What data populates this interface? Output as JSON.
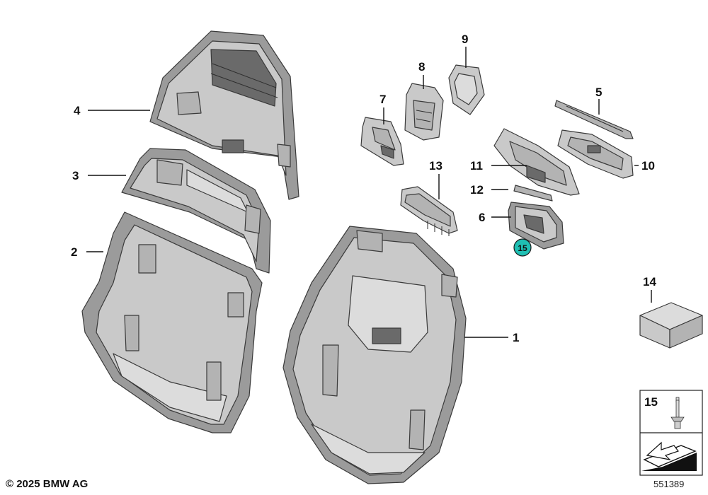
{
  "callouts": {
    "p1": "1",
    "p2": "2",
    "p3": "3",
    "p4": "4",
    "p5": "5",
    "p6": "6",
    "p7": "7",
    "p8": "8",
    "p9": "9",
    "p10": "10",
    "p11": "11",
    "p12": "12",
    "p13": "13",
    "p14": "14",
    "p15": "15",
    "p15_badge": "15"
  },
  "footer": {
    "copyright": "© 2025 BMW AG",
    "doc_number": "551389"
  },
  "colors": {
    "badge_fill": "#1fbfb3",
    "part_shell": "#9b9b9b",
    "part_face": "#c9c9c9"
  },
  "icons": {
    "rivet": "rivet-icon",
    "installation_arrow": "installation-arrow-icon"
  }
}
